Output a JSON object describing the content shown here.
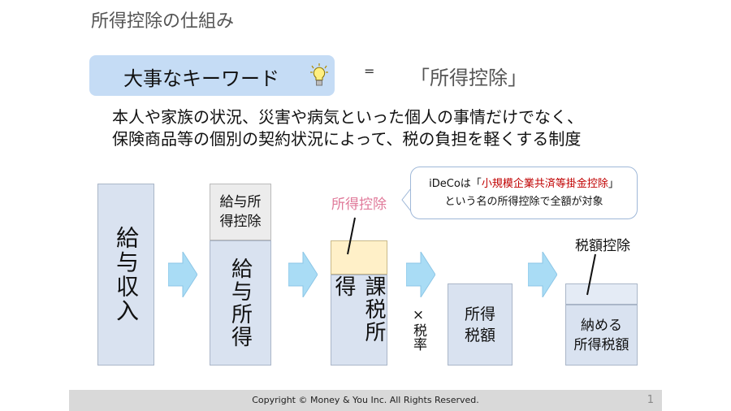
{
  "title": "所得控除の仕組み",
  "keyword": {
    "label": "大事なキーワード",
    "icon": "lightbulb-icon",
    "equals": "=",
    "value": "「所得控除」"
  },
  "description": [
    "本人や家族の状況、災害や病気といった個人の事情だけでなく、",
    "保険商品等の個別の契約状況によって、税の負担を軽くする制度"
  ],
  "diagram": {
    "salary_income": "給与収入",
    "salary_deduction": "給与所得控除",
    "salary_income_net": "給与所得",
    "income_deduction_label": "所得控除",
    "taxable_income": "課税所得",
    "tax_rate": "×税率",
    "income_tax": "所得税額",
    "tax_credit_label": "税額控除",
    "payable_tax_line1": "納める",
    "payable_tax_line2": "所得税額",
    "callout": {
      "prefix": "iDeCoは「",
      "highlight": "小規模企業共済等掛金控除",
      "suffix": "」",
      "line2": "という名の所得控除で全額が対象"
    }
  },
  "colors": {
    "box": "#d9e2f0",
    "deduction_gray": "#ececec",
    "deduction_yellow": "#fff0c8",
    "arrow": "#a9dcf5",
    "pink": "#e07a9a",
    "red": "#c00000"
  },
  "footer": {
    "copyright": "Copyright © Money & You Inc. All Rights Reserved.",
    "page": "1"
  }
}
